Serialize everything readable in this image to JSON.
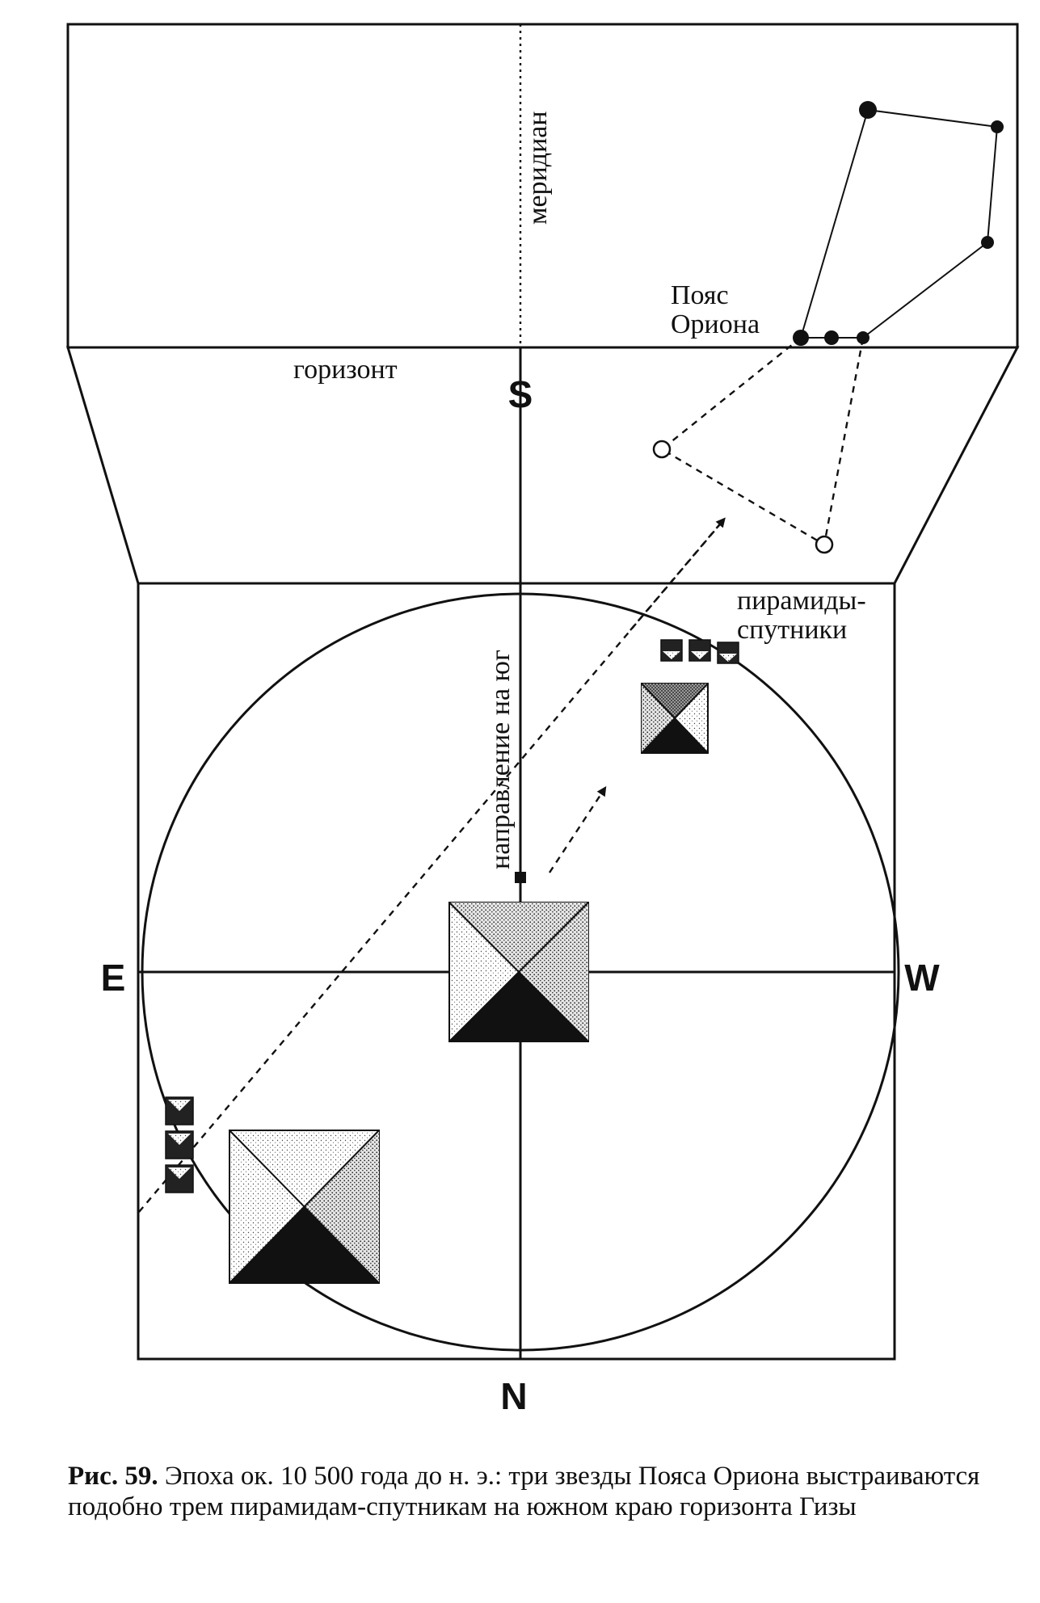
{
  "labels": {
    "meridian": "меридиан",
    "horizon": "горизонт",
    "orion_belt_line1": "Пояс",
    "orion_belt_line2": "Ориона",
    "south_direction": "направление на юг",
    "satellite_pyramids_line1": "пирамиды-",
    "satellite_pyramids_line2": "спутники"
  },
  "compass": {
    "south": "S",
    "north": "N",
    "east": "E",
    "west": "W"
  },
  "caption": {
    "figure_number": "Рис. 59.",
    "text": "Эпоха ок. 10 500 года до н. э.: три звезды Пояса Ориона выстраиваются подобно трем пирамидам-спутникам на южном краю горизонта Гизы"
  }
}
